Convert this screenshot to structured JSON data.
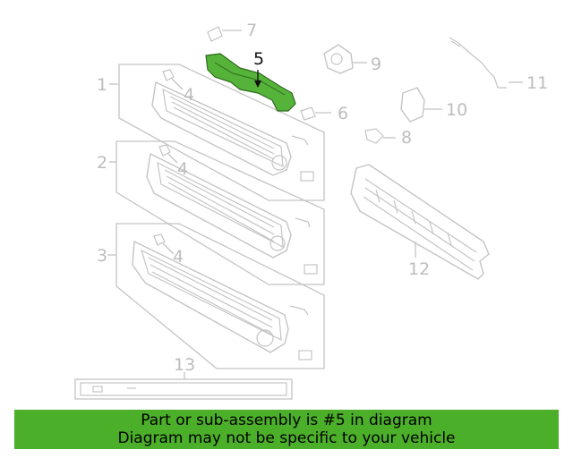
{
  "diagram": {
    "highlight_color": "#56b33a",
    "callouts": {
      "c1": "1",
      "c2": "2",
      "c3": "3",
      "c4a": "4",
      "c4b": "4",
      "c4c": "4",
      "c5": "5",
      "c6": "6",
      "c7": "7",
      "c8": "8",
      "c9": "9",
      "c10": "10",
      "c11": "11",
      "c12": "12",
      "c13": "13"
    }
  },
  "banner": {
    "line1": "Part or sub-assembly is #5 in diagram",
    "line2": "Diagram may not be specific to your vehicle",
    "color": "#4caf2a"
  }
}
